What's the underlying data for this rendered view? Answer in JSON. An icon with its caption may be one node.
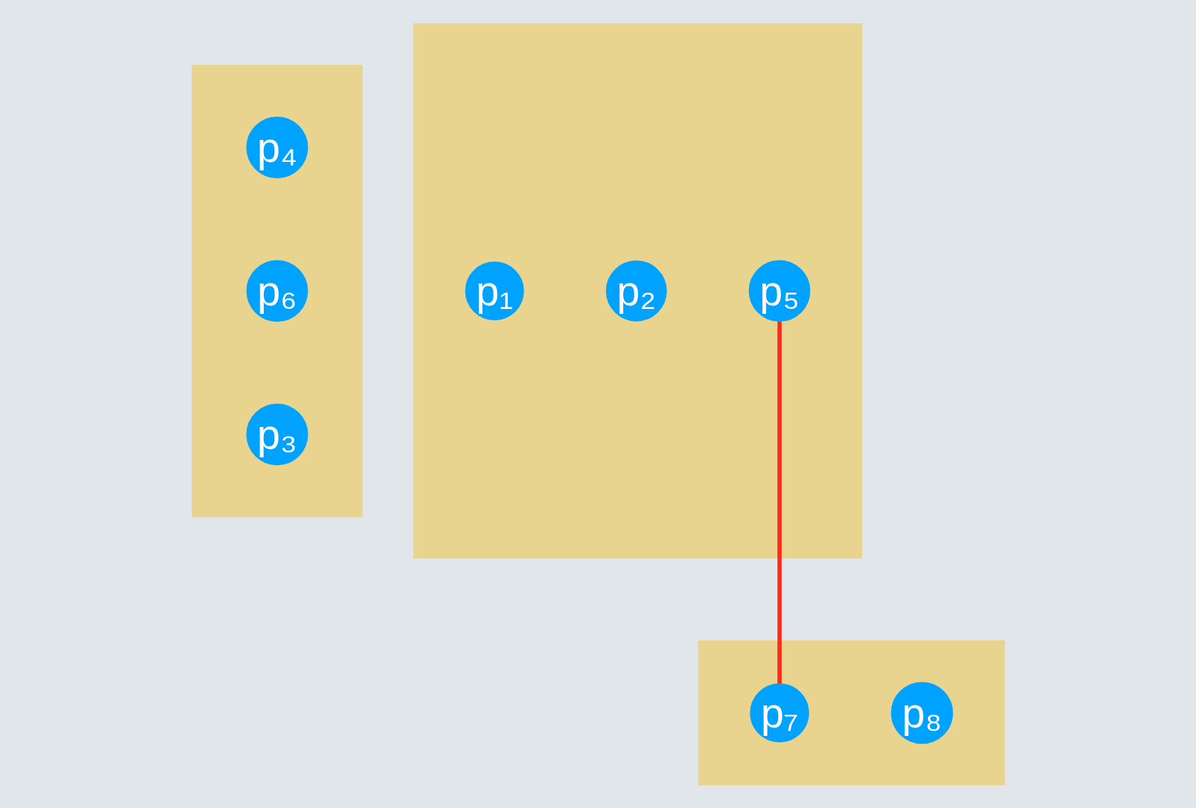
{
  "diagram": {
    "nodes": [
      {
        "text": [],
        "shape": "box"
      },
      {
        "text": [
          "p₁"
        ],
        "in": 0
      },
      {
        "text": [
          "p₂"
        ],
        "in": 0
      },
      {
        "text": [
          "p₅"
        ],
        "in": 0
      },
      {
        "text": [],
        "shape": "box"
      },
      {
        "text": [
          "p₄"
        ],
        "in": 4
      },
      {
        "text": [
          "p₆"
        ],
        "in": 4
      },
      {
        "text": [
          "p₃"
        ],
        "in": 4
      },
      {
        "text": [],
        "shape": "box"
      },
      {
        "text": [
          "p₇"
        ],
        "in": 8
      },
      {
        "text": [
          "p₈"
        ],
        "in": 8
      }
    ],
    "edges": [
      {
        "from": 3,
        "to": 9,
        "arrow": "none",
        "color": "#ff2a1a"
      }
    ]
  }
}
